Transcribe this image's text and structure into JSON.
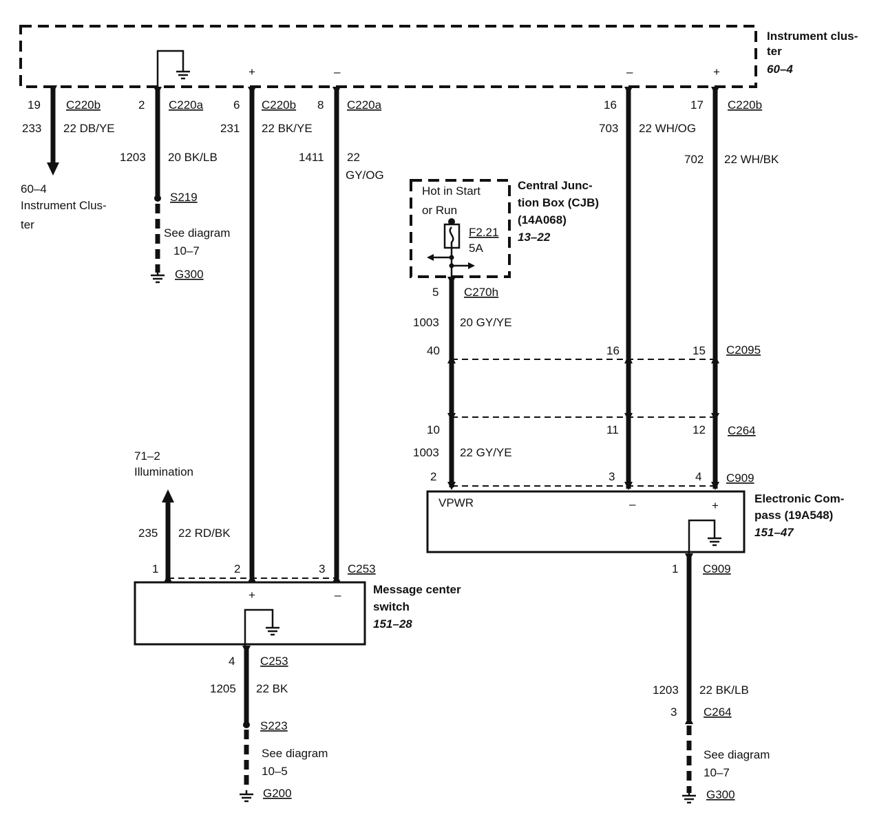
{
  "instrument_cluster": {
    "name_line1": "Instrument clus-",
    "name_line2": "ter",
    "ref": "60–4",
    "plus": "+",
    "minus": "–",
    "minus2": "–",
    "plus2": "+"
  },
  "w19": {
    "pin": "19",
    "conn": "C220b",
    "circuit": "233",
    "gauge": "22 DB/YE"
  },
  "dest_60_4": {
    "ref": "60–4",
    "line1": "Instrument Clus-",
    "line2": "ter"
  },
  "w2": {
    "pin": "2",
    "conn": "C220a",
    "circuit": "1203",
    "gauge": "20 BK/LB",
    "splice": "S219",
    "see1": "See diagram",
    "see2": "10–7",
    "ground": "G300"
  },
  "w6": {
    "pin": "6",
    "conn": "C220b",
    "circuit": "231",
    "gauge": "22 BK/YE"
  },
  "w8": {
    "pin": "8",
    "conn": "C220a",
    "circuit": "1411",
    "gauge1": "22",
    "gauge2": "GY/OG"
  },
  "cjb": {
    "hot1": "Hot in Start",
    "hot2": "or Run",
    "fuse": "F2.21",
    "amps": "5A",
    "name1": "Central Junc-",
    "name2": "tion Box (CJB)",
    "name3": "(14A068)",
    "ref": "13–22"
  },
  "w1003": {
    "pin_c270h": "5",
    "conn_c270h": "C270h",
    "circuit": "1003",
    "gauge": "20 GY/YE",
    "pin_c2095": "40",
    "pin_c264": "10",
    "circuit2": "1003",
    "gauge2": "22 GY/YE",
    "pin_c909": "2"
  },
  "w16": {
    "pin": "16",
    "circuit": "703",
    "gauge": "22 WH/OG",
    "pin_c2095": "16",
    "pin_c264": "11",
    "pin_c909": "3"
  },
  "w17": {
    "pin": "17",
    "conn": "C220b",
    "circuit": "702",
    "gauge": "22 WH/BK",
    "pin_c2095": "15",
    "pin_c264": "12",
    "pin_c909": "4"
  },
  "connectors": {
    "c2095": "C2095",
    "c264": "C264",
    "c909": "C909"
  },
  "compass": {
    "vpwr": "VPWR",
    "minus": "–",
    "plus": "+",
    "name1": "Electronic Com-",
    "name2": "pass (19A548)",
    "ref": "151–47"
  },
  "compass_ground": {
    "pin": "1",
    "conn": "C909",
    "circuit": "1203",
    "gauge": "22 BK/LB",
    "pin2": "3",
    "conn2": "C264",
    "see1": "See diagram",
    "see2": "10–7",
    "ground": "G300"
  },
  "illum": {
    "ref": "71–2",
    "label": "Illumination",
    "circuit": "235",
    "gauge": "22 RD/BK"
  },
  "c253": {
    "pin1": "1",
    "pin2": "2",
    "pin3": "3",
    "conn": "C253"
  },
  "msg_switch": {
    "plus": "+",
    "minus": "–",
    "name1": "Message center",
    "name2": "switch",
    "ref": "151–28"
  },
  "msg_ground": {
    "pin": "4",
    "conn": "C253",
    "circuit": "1205",
    "gauge": "22 BK",
    "splice": "S223",
    "see1": "See diagram",
    "see2": "10–5",
    "ground": "G200"
  }
}
